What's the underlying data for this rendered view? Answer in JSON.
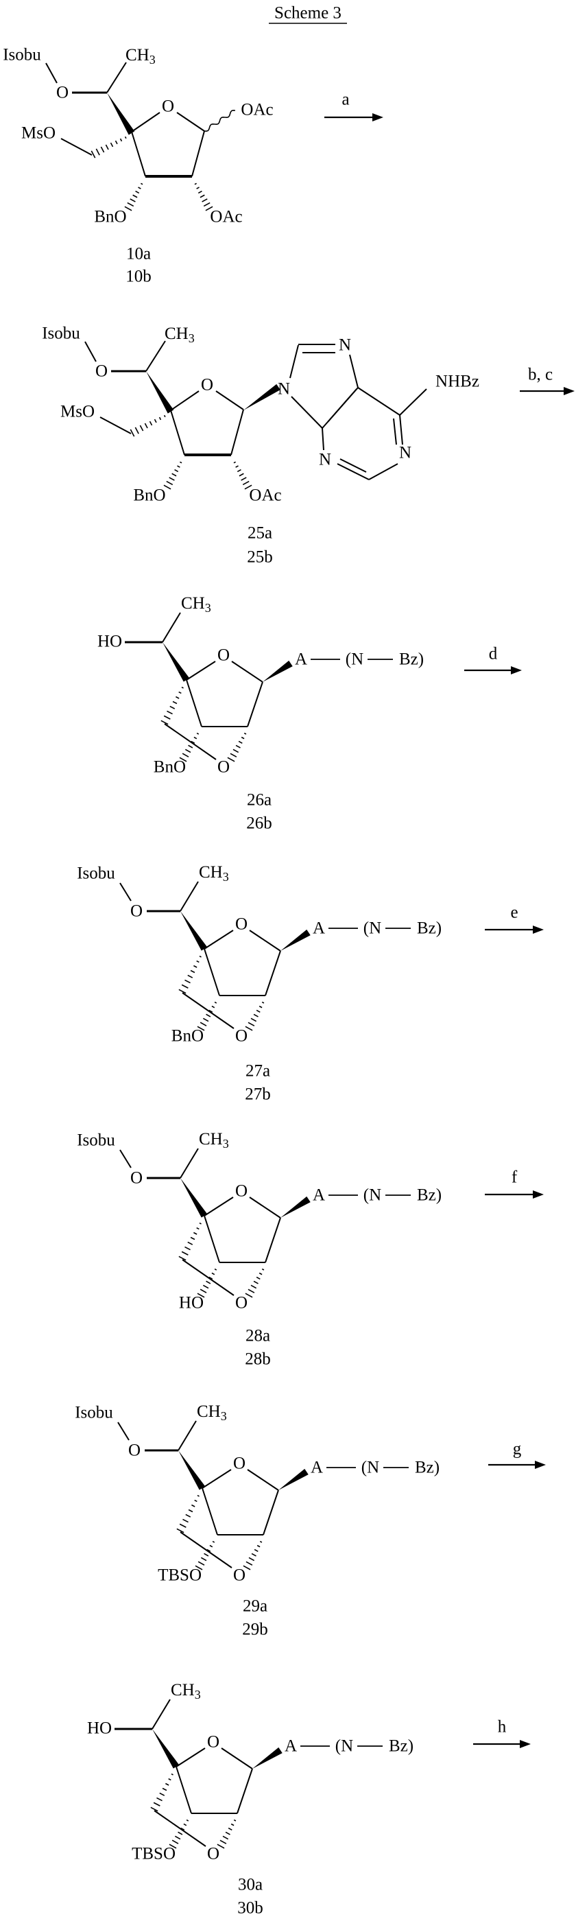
{
  "scheme": {
    "title": "Scheme 3"
  },
  "steps": [
    {
      "reagent": "a"
    },
    {
      "reagent": "b, c"
    },
    {
      "reagent": "d"
    },
    {
      "reagent": "e"
    },
    {
      "reagent": "f"
    },
    {
      "reagent": "g"
    },
    {
      "reagent": "h"
    }
  ],
  "compounds": [
    {
      "ids": [
        "10a",
        "10b"
      ],
      "labels": {
        "ether": "Isobu",
        "ether_o": "O",
        "methyl_main": "CH",
        "methyl_sub": "3",
        "ring_o": "O",
        "c5_sub": "MsO",
        "c3_sub": "BnO",
        "c2_sub": "OAc",
        "c1_sub": "OAc"
      }
    },
    {
      "ids": [
        "25a",
        "25b"
      ],
      "labels": {
        "ether": "Isobu",
        "ether_o": "O",
        "methyl_main": "CH",
        "methyl_sub": "3",
        "ring_o": "O",
        "c5_sub": "MsO",
        "c3_sub": "BnO",
        "c2_sub": "OAc"
      },
      "base": {
        "n7": "N",
        "n9": "N",
        "n1": "N",
        "n3": "N",
        "n6_sub": "NHBz"
      }
    },
    {
      "ids": [
        "26a",
        "26b"
      ],
      "labels": {
        "hydroxy": "HO",
        "methyl_main": "CH",
        "methyl_sub": "3",
        "ring_o": "O",
        "bridge_o": "O",
        "c3_sub": "BnO"
      },
      "base": {
        "a": "A",
        "n": "(N",
        "bz": "Bz)"
      }
    },
    {
      "ids": [
        "27a",
        "27b"
      ],
      "labels": {
        "ether": "Isobu",
        "ether_o": "O",
        "methyl_main": "CH",
        "methyl_sub": "3",
        "ring_o": "O",
        "bridge_o": "O",
        "c3_sub": "BnO"
      },
      "base": {
        "a": "A",
        "n": "(N",
        "bz": "Bz)"
      }
    },
    {
      "ids": [
        "28a",
        "28b"
      ],
      "labels": {
        "ether": "Isobu",
        "ether_o": "O",
        "methyl_main": "CH",
        "methyl_sub": "3",
        "ring_o": "O",
        "bridge_o": "O",
        "c3_sub": "HO"
      },
      "base": {
        "a": "A",
        "n": "(N",
        "bz": "Bz)"
      }
    },
    {
      "ids": [
        "29a",
        "29b"
      ],
      "labels": {
        "ether": "Isobu",
        "ether_o": "O",
        "methyl_main": "CH",
        "methyl_sub": "3",
        "ring_o": "O",
        "bridge_o": "O",
        "c3_sub": "TBSO"
      },
      "base": {
        "a": "A",
        "n": "(N",
        "bz": "Bz)"
      }
    },
    {
      "ids": [
        "30a",
        "30b"
      ],
      "labels": {
        "hydroxy": "HO",
        "methyl_main": "CH",
        "methyl_sub": "3",
        "ring_o": "O",
        "bridge_o": "O",
        "c3_sub": "TBSO"
      },
      "base": {
        "a": "A",
        "n": "(N",
        "bz": "Bz)"
      }
    }
  ]
}
